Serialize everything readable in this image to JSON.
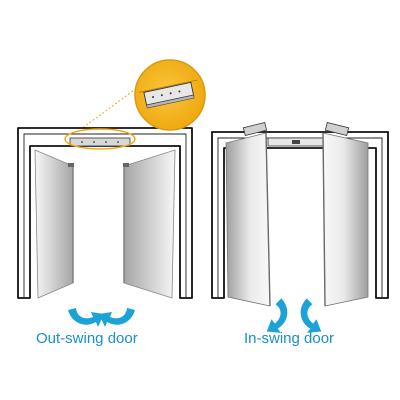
{
  "captions": {
    "out_swing": "Out-swing door",
    "in_swing": "In-swing door"
  },
  "colors": {
    "caption": "#1b8fc6",
    "arrow": "#1ba3d8",
    "zoom_circle": "#f3b21c",
    "zoom_ring": "#d99a10",
    "leader_line": "#f0a818",
    "frame_outline": "#111111",
    "frame_fill": "#ffffff",
    "door_dark": "#a7a7a7",
    "door_light": "#f6f6f6",
    "lock_body": "#d8d8d8"
  },
  "icons": {
    "zoom": "magnifier-detail-circle",
    "arrows": "curved-swing-arrow"
  }
}
